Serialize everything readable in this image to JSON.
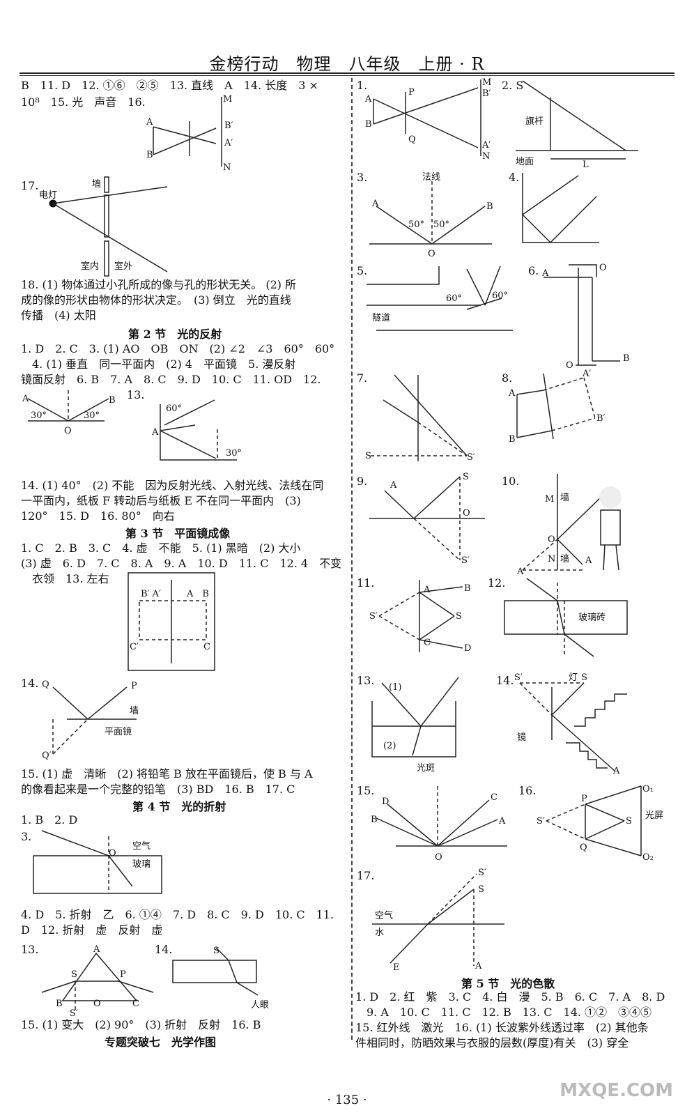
{
  "header": {
    "title": "金榜行动　物理　八年级　上册 · R"
  },
  "page_number": "· 135 ·",
  "watermark": "MXQE.COM",
  "left": {
    "l1": "B　11. D　12. ①⑥　②⑤　13. 直线　A　14. 长度　3 ×",
    "l2": "10⁸　15. 光　声音　16.",
    "l17": "17.",
    "l18a": "18. (1) 物体通过小孔所成的像与孔的形状无关。 (2) 所",
    "l18b": "成的像的形状由物体的形状决定。　(3) 倒立　光的直线",
    "l18c": "传播　(4) 太阳",
    "sec2": "第 2 节　光的反射",
    "s2a": "1. D　2. C　3. (1) AO　OB　ON　(2) ∠2　∠3　60°　60°",
    "s2b": "　4. (1) 垂直　同一平面内　(2) 4　平面镜　5. 漫反射",
    "s2c": "镜面反射　6. B　7. A　8. C　9. D　10. C　11. OD　12.",
    "s2d": "14. (1) 40°　(2) 不能　因为反射光线、入射光线、法线在同",
    "s2e": "一平面内，纸板 F 转动后与纸板 E 不在同一平面内　(3)",
    "s2f": "120°　15. D　16. 80°　向右",
    "sec3": "第 3 节　平面镜成像",
    "s3a": "1. C　2. B　3. C　4. 虚　不能　5. (1) 黑暗　(2) 大小",
    "s3b": "(3) 虚　6. D　7. C　8. A　9. A　10. D　11. C　12. 4　不变",
    "s3c": "　衣领　13. 左右",
    "s3d": "15. (1) 虚　清晰　(2) 将铅笔 B 放在平面镜后，使 B 与 A",
    "s3e": "的像看起来是一个完整的铅笔　(3) BD　16. B　17. C",
    "sec4": "第 4 节　光的折射",
    "s4a": "1. B　2. D",
    "s4b": "3.",
    "s4c": "4. D　5. 折射　乙　6. ①④　7. D　8. C　9. D　10. C　11.",
    "s4d": "D　12. 折射　虚　反射　虚",
    "s4e": "15. (1) 变大　(2) 90°　(3) 折射　反射　16. B",
    "sec7": "专题突破七　光学作图"
  },
  "right": {
    "sec5": "第 5 节　光的色散",
    "s5a": "1. D　2. 红　紫　3. C　4. 白　漫　5. B　6. C　7. A　8. D",
    "s5b": "　9. A　10. C　11. C　12. B　13. C　14. ①②　③④⑤",
    "s5c": "15. 红外线　激光　16. (1) 长波紫外线透过率　(2) 其他条",
    "s5d": "件相同时，防晒效果与衣服的层数(厚度)有关　(3) 穿全"
  },
  "labels": {
    "wall": "墙",
    "lamp": "电灯",
    "inside": "室内",
    "outside": "室外",
    "flagpole": "旗杆",
    "ground": "地面",
    "normal": "法线",
    "tunnel": "隧道",
    "glass_brick": "玻璃砖",
    "lamp2": "灯",
    "mirror": "镜",
    "spot": "光斑",
    "plane_mirror": "平面镜",
    "air": "空气",
    "glass": "玻璃",
    "water": "水",
    "eye": "人眼",
    "screen": "光屏"
  }
}
